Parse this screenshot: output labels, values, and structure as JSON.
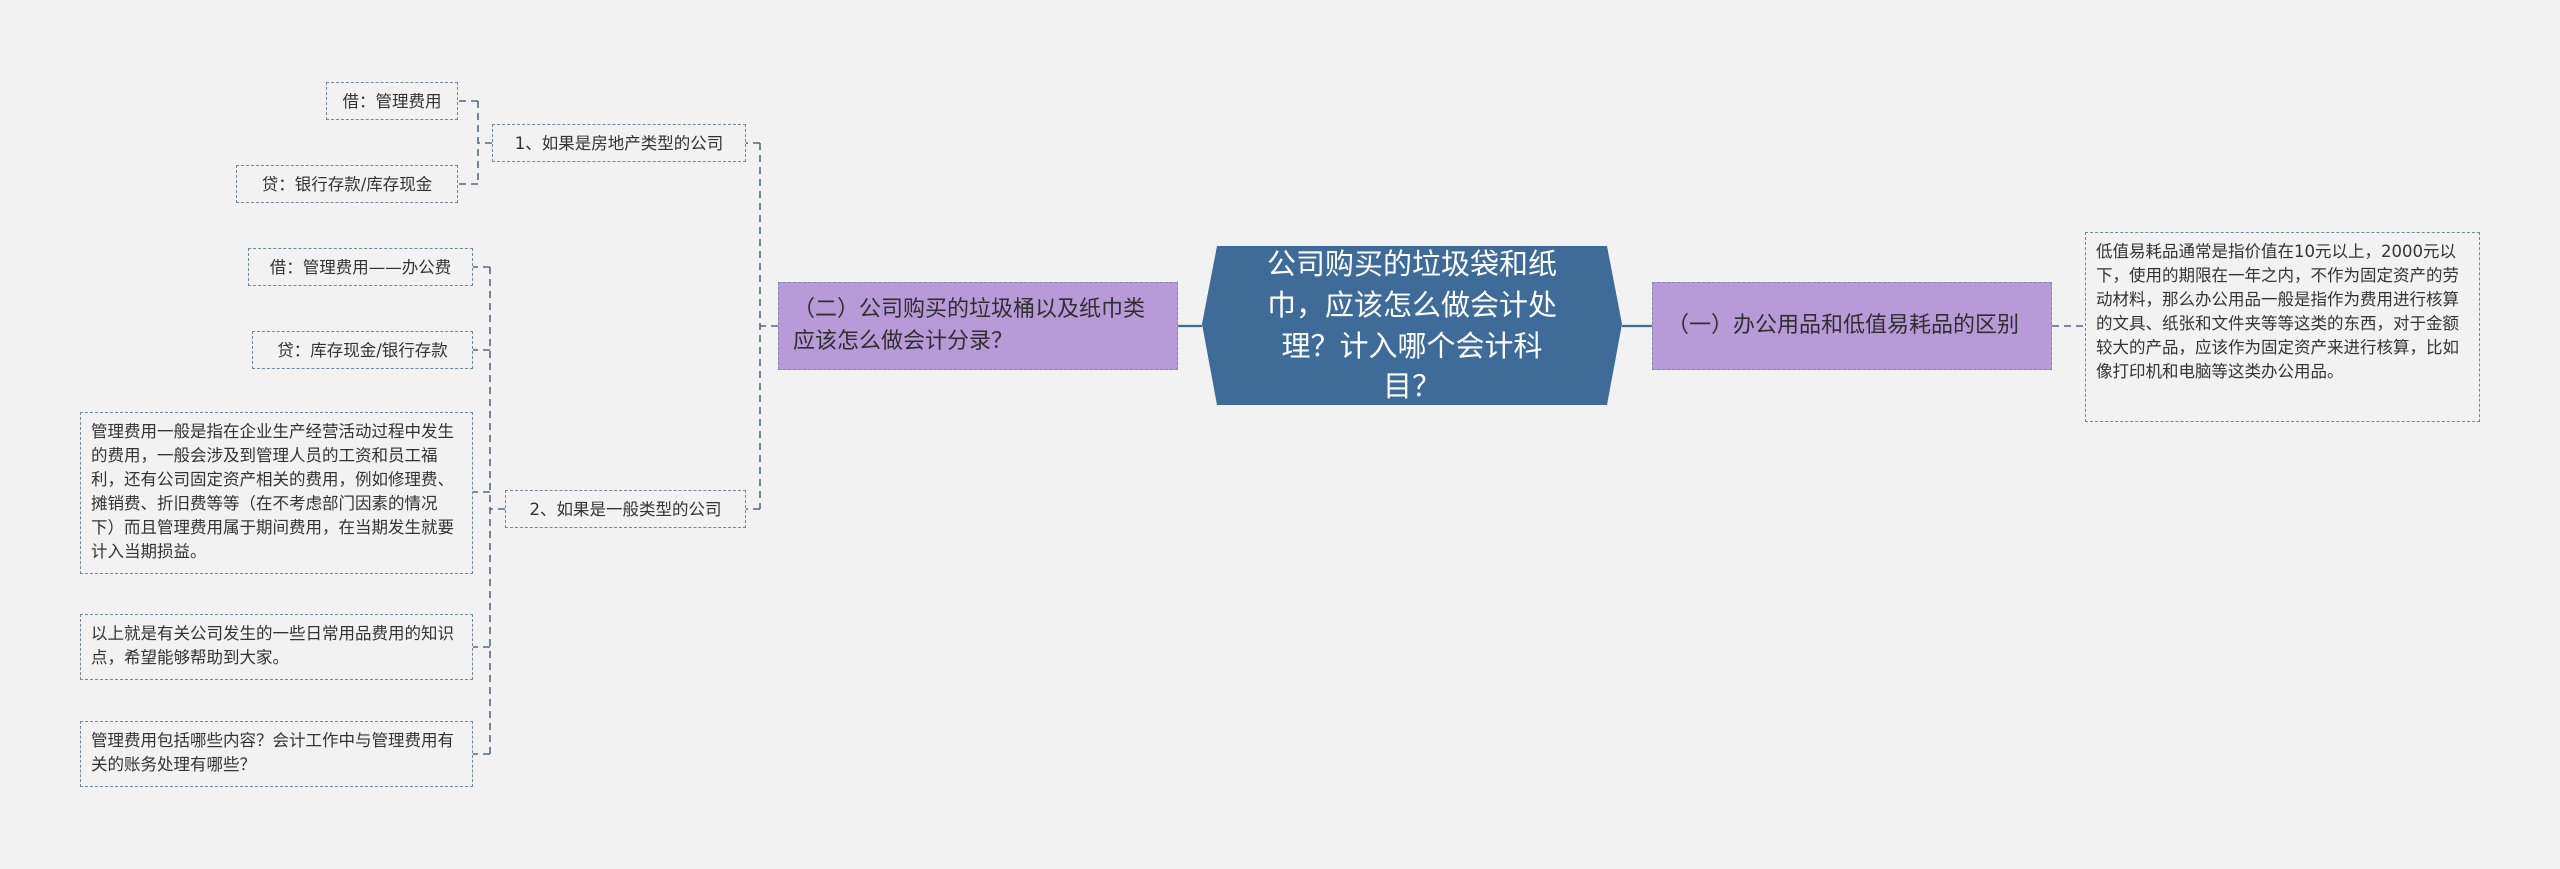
{
  "root": {
    "text": "公司购买的垃圾袋和纸巾，应该怎么做会计处理？计入哪个会计科目？"
  },
  "right_branch": {
    "label": "（一）办公用品和低值易耗品的区别",
    "leaf": "低值易耗品通常是指价值在10元以上，2000元以下，使用的期限在一年之内，不作为固定资产的劳动材料，那么办公用品一般是指作为费用进行核算的文具、纸张和文件夹等等这类的东西，对于金额较大的产品，应该作为固定资产来进行核算，比如像打印机和电脑等这类办公用品。"
  },
  "left_branch": {
    "label": "（二）公司购买的垃圾桶以及纸巾类应该怎么做会计分录？",
    "sub1": {
      "label": "1、如果是房地产类型的公司",
      "leaves": [
        "借：管理费用",
        "贷：银行存款/库存现金"
      ]
    },
    "sub2": {
      "label": "2、如果是一般类型的公司",
      "leaves": [
        "借：管理费用——办公费",
        "贷：库存现金/银行存款",
        "管理费用一般是指在企业生产经营活动过程中发生的费用，一般会涉及到管理人员的工资和员工福利，还有公司固定资产相关的费用，例如修理费、摊销费、折旧费等等（在不考虑部门因素的情况下）而且管理费用属于期间费用，在当期发生就要计入当期损益。",
        "以上就是有关公司发生的一些日常用品费用的知识点，希望能够帮助到大家。",
        "管理费用包括哪些内容？会计工作中与管理费用有关的账务处理有哪些？"
      ]
    }
  },
  "colors": {
    "root_fill": "#3f6b98",
    "branch_fill": "#b99ad9",
    "line": "#4d6b8a",
    "background": "#f2f2f2"
  }
}
